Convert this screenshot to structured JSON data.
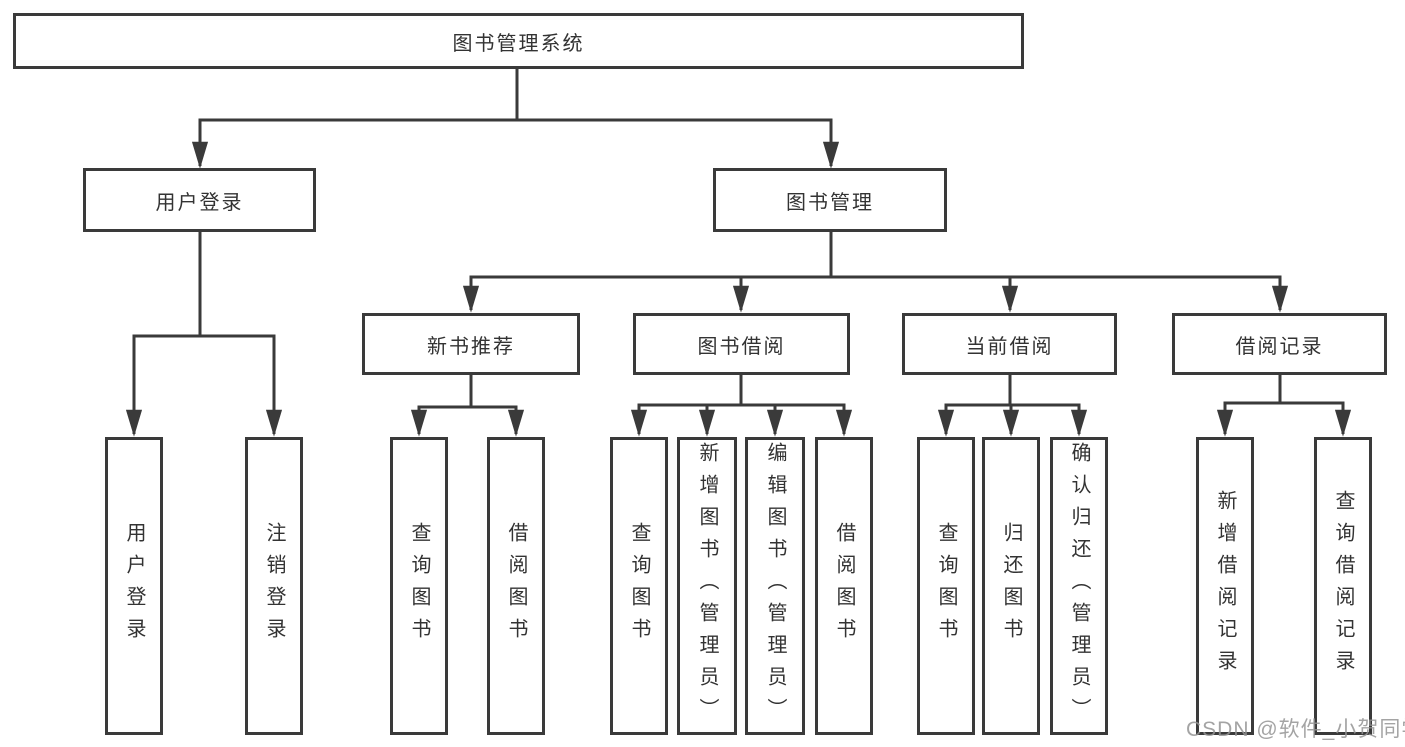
{
  "diagram": {
    "root": {
      "label": "图书管理系统"
    },
    "level2": [
      {
        "id": "user-login",
        "label": "用户登录"
      },
      {
        "id": "book-management",
        "label": "图书管理"
      }
    ],
    "level3": [
      {
        "id": "new-book-recommend",
        "label": "新书推荐"
      },
      {
        "id": "book-borrow",
        "label": "图书借阅"
      },
      {
        "id": "current-borrow",
        "label": "当前借阅"
      },
      {
        "id": "borrow-records",
        "label": "借阅记录"
      }
    ],
    "leaves": {
      "user_login": [
        {
          "label": "用户登录"
        },
        {
          "label": "注销登录"
        }
      ],
      "new_book_recommend": [
        {
          "label": "查询图书"
        },
        {
          "label": "借阅图书"
        }
      ],
      "book_borrow": [
        {
          "label": "查询图书"
        },
        {
          "label": "新增图书（管理员）"
        },
        {
          "label": "编辑图书（管理员）"
        },
        {
          "label": "借阅图书"
        }
      ],
      "current_borrow": [
        {
          "label": "查询图书"
        },
        {
          "label": "归还图书"
        },
        {
          "label": "确认归还（管理员）"
        }
      ],
      "borrow_records": [
        {
          "label": "新增借阅记录"
        },
        {
          "label": "查询借阅记录"
        }
      ]
    },
    "watermark": "CSDN @软件_小贺同学",
    "colors": {
      "line": "#3a3a3a",
      "box_border": "#3a3a3a",
      "text": "#333333",
      "watermark": "#949494",
      "background": "#ffffff"
    }
  }
}
